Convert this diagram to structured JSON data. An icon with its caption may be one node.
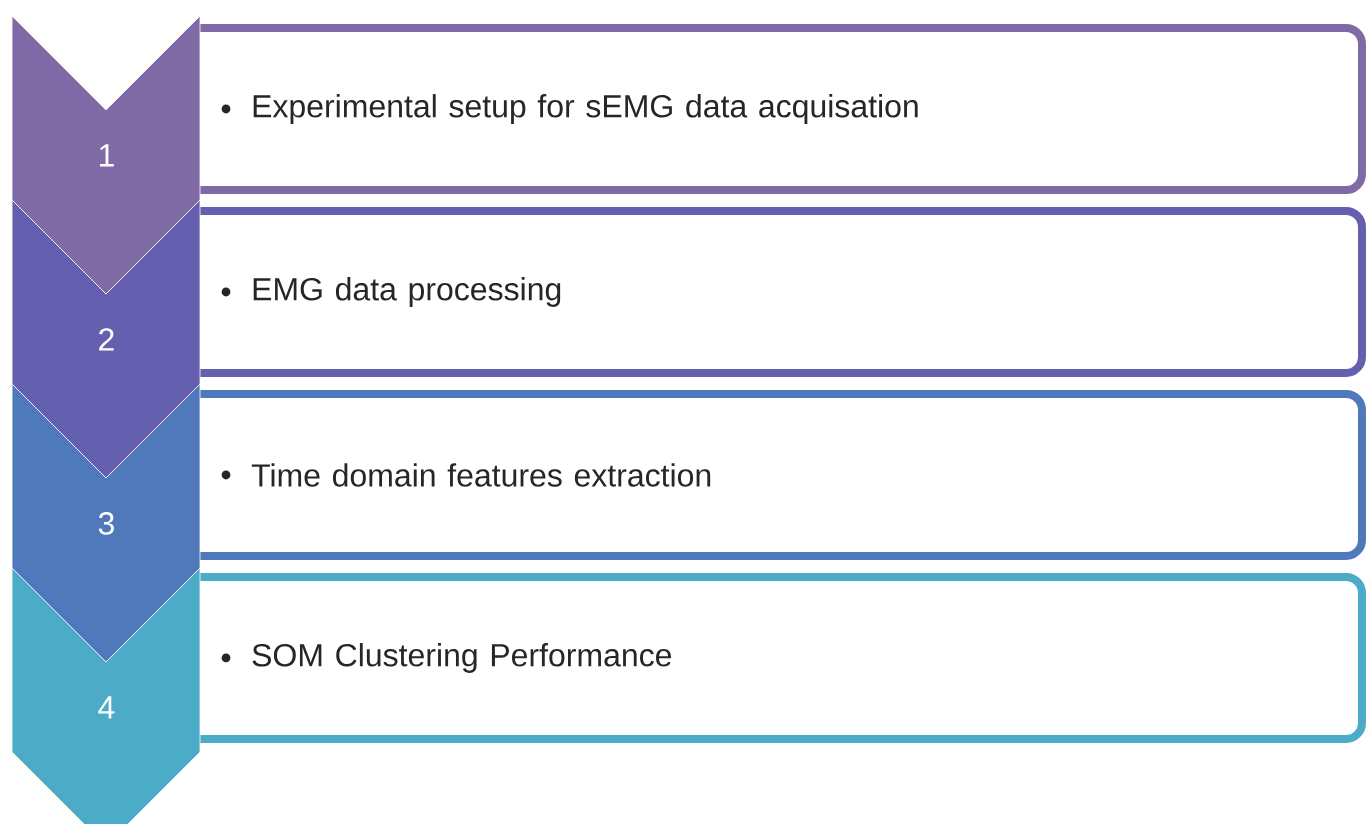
{
  "diagram": {
    "nodes": [
      {
        "text": [
          "1"
        ]
      },
      {
        "text": [
          "Experimental setup for sEMG data acquisation"
        ]
      },
      {
        "text": [
          "2"
        ]
      },
      {
        "text": [
          "EMG data processing"
        ]
      },
      {
        "text": [
          "3"
        ]
      },
      {
        "text": [
          "Time domain features extraction"
        ]
      },
      {
        "text": [
          "4"
        ]
      },
      {
        "text": [
          "SOM Clustering Performance"
        ]
      }
    ]
  }
}
